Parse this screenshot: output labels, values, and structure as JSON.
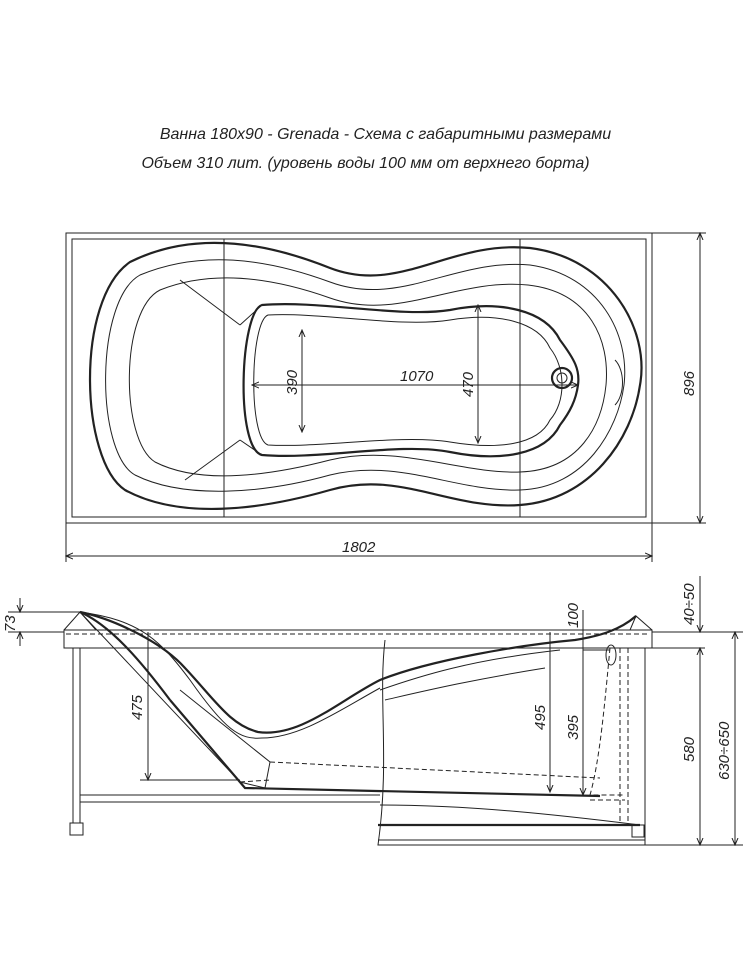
{
  "title": {
    "line1": "Ванна 180x90 - Grenada - Схема с габаритными размерами",
    "line2": "Объем 310 лит. (уровень воды 100 мм от верхнего борта)"
  },
  "top_view": {
    "length": "1802",
    "width": "896",
    "basin_length": "1070",
    "basin_width_narrow": "390",
    "basin_width_wide": "470"
  },
  "side_view": {
    "headrest_rise": "73",
    "water_level": "100",
    "depth_seat": "475",
    "depth_total": "495",
    "water_depth": "395",
    "leg_adjust": "40÷50",
    "height_body": "580",
    "height_total": "630÷650"
  }
}
